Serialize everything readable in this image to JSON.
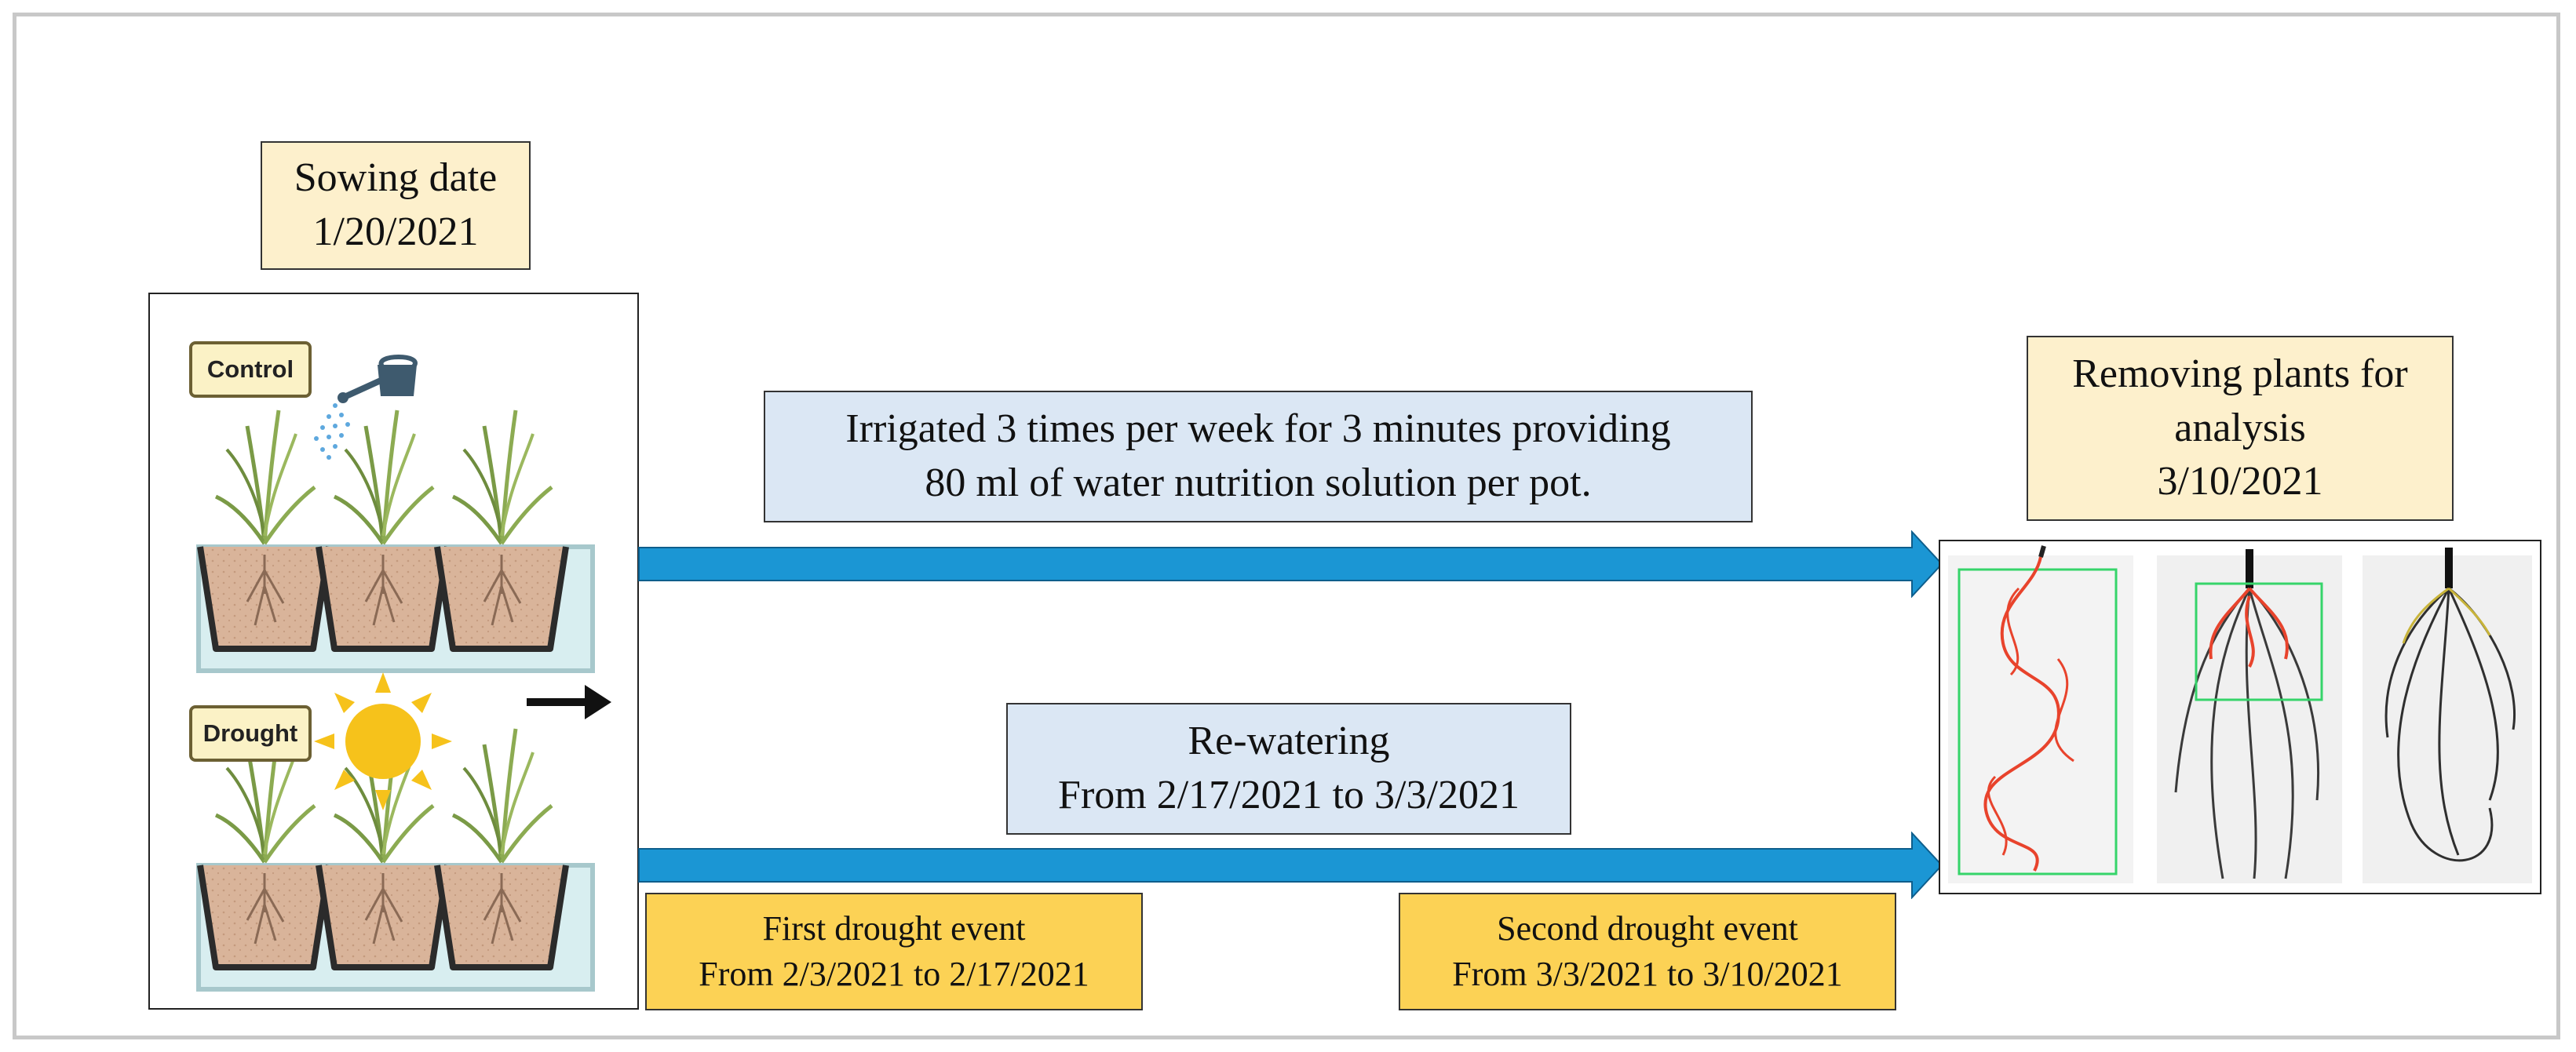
{
  "sowing": {
    "line1": "Sowing date",
    "line2": "1/20/2021"
  },
  "treatments": {
    "control_label": "Control",
    "drought_label": "Drought"
  },
  "irrigation": {
    "line1": "Irrigated 3 times per week for 3 minutes providing",
    "line2": "80 ml of water nutrition solution per pot."
  },
  "rewatering": {
    "line1": "Re-watering",
    "line2": "From 2/17/2021 to 3/3/2021"
  },
  "first_drought": {
    "line1": "First drought event",
    "line2": "From 2/3/2021 to 2/17/2021"
  },
  "second_drought": {
    "line1": "Second drought event",
    "line2": "From 3/3/2021 to 3/10/2021"
  },
  "removal": {
    "line1": "Removing plants for",
    "line2": "analysis",
    "line3": "3/10/2021"
  },
  "colors": {
    "arrow_blue": "#1b96d4",
    "cream_box": "#fdf0cc",
    "blue_box": "#dbe7f4",
    "yellow_box": "#fcd255",
    "root_trace": "#e8432c",
    "roi_green": "#36d46a",
    "sun": "#f6c21b"
  },
  "icons": [
    "watering-can-icon",
    "sun-icon",
    "wheat-plant-icon",
    "pot-icon",
    "right-arrow-icon",
    "root-scan-image"
  ]
}
